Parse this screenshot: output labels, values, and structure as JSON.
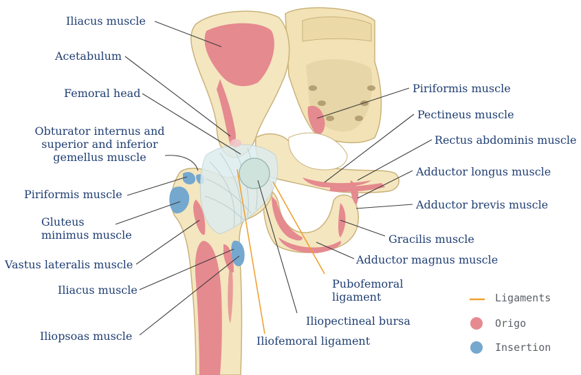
{
  "colors": {
    "bone": "#f4e6bf",
    "bone_outline": "#c9b27a",
    "origin": "#e58a8f",
    "insertion": "#74a8cf",
    "ligament": "#f0a030",
    "leader_line": "#3c3c3c",
    "label_text": "#1f3e72",
    "capsule": "#dcecef"
  },
  "labels_left": [
    {
      "id": "iliacus-top",
      "text": "Iliacus muscle"
    },
    {
      "id": "acetabulum",
      "text": "Acetabulum"
    },
    {
      "id": "femoral-head",
      "text": "Femoral head"
    },
    {
      "id": "obturator",
      "lines": [
        "Obturator internus and",
        "superior and inferior",
        "gemellus muscle"
      ]
    },
    {
      "id": "piriformis-left",
      "text": "Piriformis muscle"
    },
    {
      "id": "gluteus-minimus",
      "lines": [
        "Gluteus",
        "minimus muscle"
      ]
    },
    {
      "id": "vastus-lateralis",
      "text": "Vastus lateralis muscle"
    },
    {
      "id": "iliacus-bottom",
      "text": "Iliacus muscle"
    },
    {
      "id": "iliopsoas",
      "text": "Iliopsoas muscle"
    }
  ],
  "labels_right": [
    {
      "id": "piriformis-right",
      "text": "Piriformis muscle"
    },
    {
      "id": "pectineus",
      "text": "Pectineus muscle"
    },
    {
      "id": "rectus-abdominis",
      "text": "Rectus abdominis muscle"
    },
    {
      "id": "adductor-longus",
      "text": "Adductor longus muscle"
    },
    {
      "id": "adductor-brevis",
      "text": "Adductor brevis muscle"
    },
    {
      "id": "gracilis",
      "text": "Gracilis muscle"
    },
    {
      "id": "adductor-magnus",
      "text": "Adductor magnus muscle"
    }
  ],
  "labels_bottom": [
    {
      "id": "pubofemoral",
      "lines": [
        "Pubofemoral",
        "ligament"
      ]
    },
    {
      "id": "iliopectineal",
      "text": "Iliopectineal bursa"
    },
    {
      "id": "iliofemoral",
      "text": "Iliofemoral ligament"
    }
  ],
  "legend": [
    {
      "id": "ligaments",
      "text": "Ligaments",
      "icon": "orange-line"
    },
    {
      "id": "origo",
      "text": "Origo",
      "icon": "red-dot"
    },
    {
      "id": "insertion",
      "text": "Insertion",
      "icon": "blue-dot"
    }
  ]
}
